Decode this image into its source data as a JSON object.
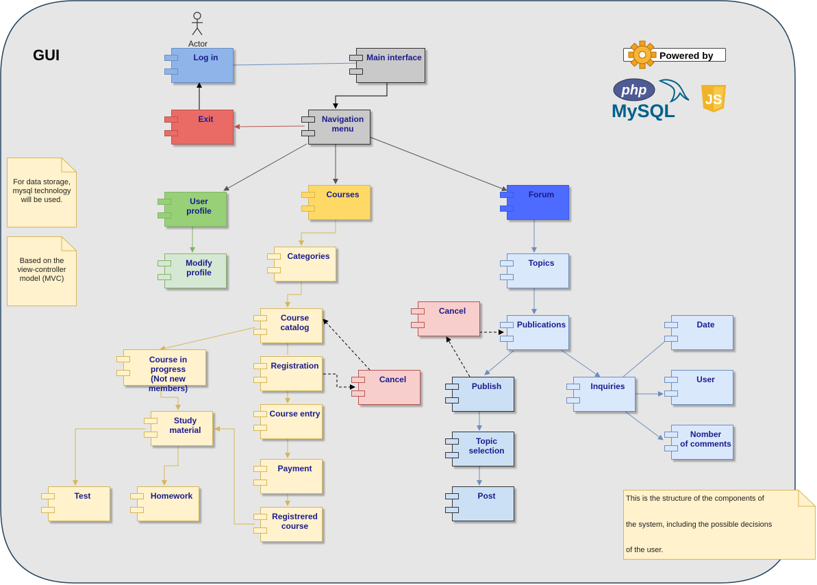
{
  "diagram": {
    "title": "GUI",
    "actor_label": "Actor",
    "powered_by": "Powered by",
    "logos": {
      "php": "php",
      "mysql": "MySQL",
      "js": "JS"
    },
    "notes": {
      "storage": "For data storage,\nmysql technology\nwill be used.",
      "mvc": "Based on the\nview-controller\nmodel (MVC)",
      "structure": [
        "This is the structure of  the components of",
        "the system, including the possible decisions",
        "of the user."
      ]
    },
    "components": {
      "login": "Log in",
      "main_interface": "Main interface",
      "exit": "Exit",
      "navigation_menu": "Navigation\nmenu",
      "user_profile": "User\nprofile",
      "modify_profile": "Modify\nprofile",
      "courses": "Courses",
      "categories": "Categories",
      "course_catalog": "Course\ncatalog",
      "registration": "Registration",
      "cancel_course": "Cancel",
      "course_in_progress": "Course in\nprogress\n(Not new members)",
      "study_material": "Study\nmaterial",
      "test": "Test",
      "homework": "Homework",
      "course_entry": "Course entry",
      "payment": "Payment",
      "registered_course": "Registrered\ncourse",
      "forum": "Forum",
      "topics": "Topics",
      "publications": "Publications",
      "cancel_forum": "Cancel",
      "publish": "Publish",
      "topic_selection": "Topic\nselection",
      "post": "Post",
      "inquiries": "Inquiries",
      "date": "Date",
      "user": "User",
      "number_of_comments": "Nomber\nof comments"
    },
    "colors": {
      "blue_light": "#dae8fc",
      "yellow_light": "#fff2cc",
      "green": "#d5e8d4",
      "red_light": "#f8cecc",
      "gray": "#d9d9d9",
      "forum_blue": "#4d6bff",
      "courses_yellow": "#ffd966",
      "exit_red": "#ea6b66",
      "login_blue": "#8fb4ea"
    }
  }
}
